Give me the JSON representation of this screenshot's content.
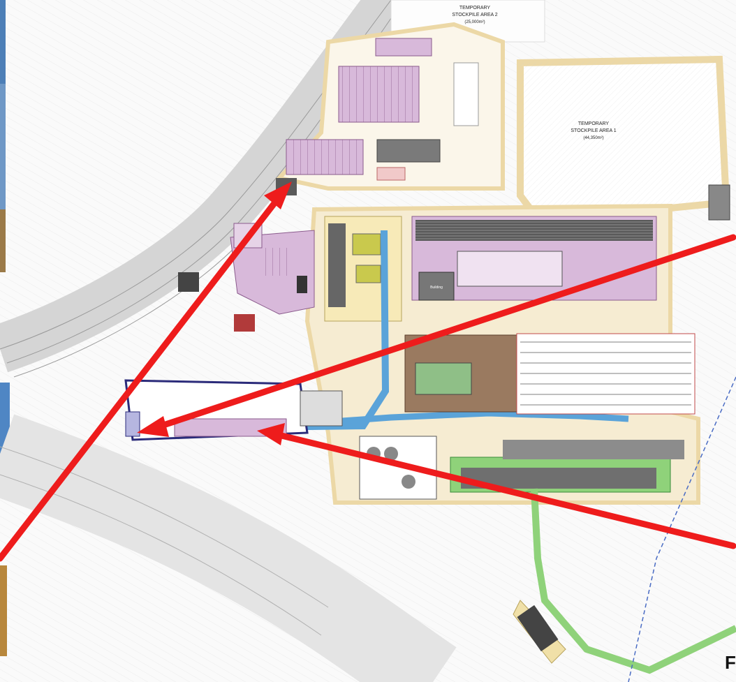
{
  "colors": {
    "road": "#ecd8a6",
    "building_purple": "#d8b9da",
    "building_gray": "#8c8c8c",
    "green_area": "#8fd27a",
    "blue_channel": "#5aa3d9",
    "arrow_red": "#ee1c1c",
    "edge_photo_blue": "#5a8fc8",
    "edge_photo_brown": "#a8834a"
  },
  "map": {
    "stockpile_2": {
      "name": "TEMPORARY",
      "area_line": "STOCKPILE AREA 2",
      "size": "(25,000m²)"
    },
    "stockpile_1": {
      "name": "TEMPORARY",
      "area_line": "STOCKPILE AREA 1",
      "size": "(44,350m²)"
    },
    "building_label": "Building",
    "corner_letter": "F"
  },
  "arrows": [
    {
      "name": "arrow-to-north-building"
    },
    {
      "name": "arrow-to-west-tunnel-portal"
    },
    {
      "name": "arrow-to-mid-west-facility"
    }
  ]
}
